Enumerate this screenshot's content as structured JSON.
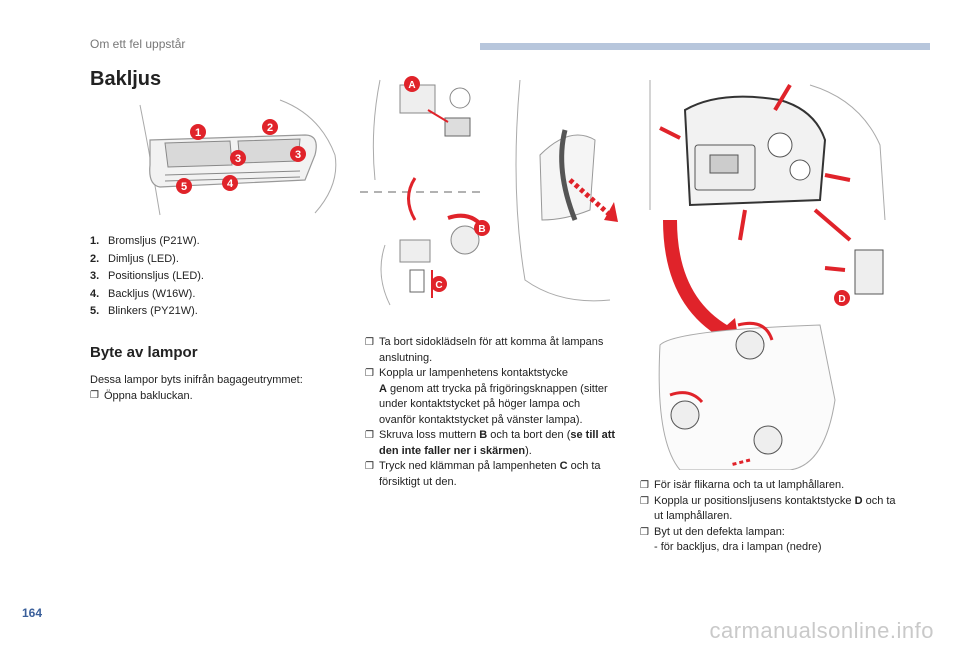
{
  "header": {
    "section": "Om ett fel uppstår"
  },
  "page_number": "164",
  "watermark": "carmanualsonline.info",
  "title": "Bakljus",
  "legend": [
    {
      "num": "1.",
      "text": "Bromsljus (P21W)."
    },
    {
      "num": "2.",
      "text": "Dimljus (LED)."
    },
    {
      "num": "3.",
      "text": "Positionsljus (LED)."
    },
    {
      "num": "4.",
      "text": "Backljus (W16W)."
    },
    {
      "num": "5.",
      "text": "Blinkers (PY21W)."
    }
  ],
  "figure1_callouts": [
    "1",
    "2",
    "3",
    "3",
    "5",
    "4"
  ],
  "figure2_callouts": [
    "A",
    "B",
    "C"
  ],
  "figure3_callouts": [
    "D"
  ],
  "subtitle": "Byte av lampor",
  "intro": {
    "line": "Dessa lampor byts inifrån bagageutrymmet:",
    "bullet": "Öppna bakluckan."
  },
  "col2": {
    "b1": "Ta bort sidoklädseln för att komma åt lampans anslutning.",
    "b2_a": "Koppla ur lampenhetens kontaktstycke",
    "b2_label": "A",
    "b2_b": " genom att trycka på frigöringsknappen (sitter under kontaktstycket på höger lampa och ovanför kontaktstycket på vänster lampa).",
    "b3_a": "Skruva loss muttern ",
    "b3_label": "B",
    "b3_b": " och ta bort den (",
    "b3_bold": "se till att den inte faller ner i skärmen",
    "b3_c": ").",
    "b4_a": "Tryck ned klämman på lampenheten ",
    "b4_label": "C",
    "b4_b": " och ta försiktigt ut den."
  },
  "col3": {
    "b1": "För isär flikarna och ta ut lamphållaren.",
    "b2_a": "Koppla ur positionsljusens kontaktstycke ",
    "b2_label": "D",
    "b2_b": " och ta ut lamphållaren.",
    "b3": "Byt ut den defekta lampan:",
    "sub1": "för backljus, dra i lampan (nedre)"
  },
  "bullet_icon": "checkbox-bullet-icon",
  "colors": {
    "accent_red": "#e0232a",
    "header_bar": "#b7c6dc",
    "line": "#a9a9a9"
  }
}
